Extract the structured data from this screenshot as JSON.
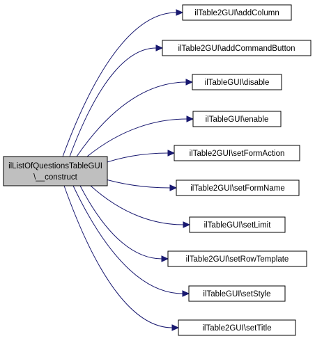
{
  "diagram": {
    "root": {
      "line1": "ilListOfQuestionsTableGUI",
      "line2": "\\__construct"
    },
    "nodes": [
      {
        "label": "ilTable2GUI\\addColumn"
      },
      {
        "label": "ilTable2GUI\\addCommandButton"
      },
      {
        "label": "ilTableGUI\\disable"
      },
      {
        "label": "ilTableGUI\\enable"
      },
      {
        "label": "ilTable2GUI\\setFormAction"
      },
      {
        "label": "ilTable2GUI\\setFormName"
      },
      {
        "label": "ilTableGUI\\setLimit"
      },
      {
        "label": "ilTable2GUI\\setRowTemplate"
      },
      {
        "label": "ilTableGUI\\setStyle"
      },
      {
        "label": "ilTable2GUI\\setTitle"
      }
    ],
    "colors": {
      "edge": "#191970",
      "root_fill": "#bfbfbf",
      "node_fill": "#ffffff",
      "border": "#000000"
    }
  }
}
